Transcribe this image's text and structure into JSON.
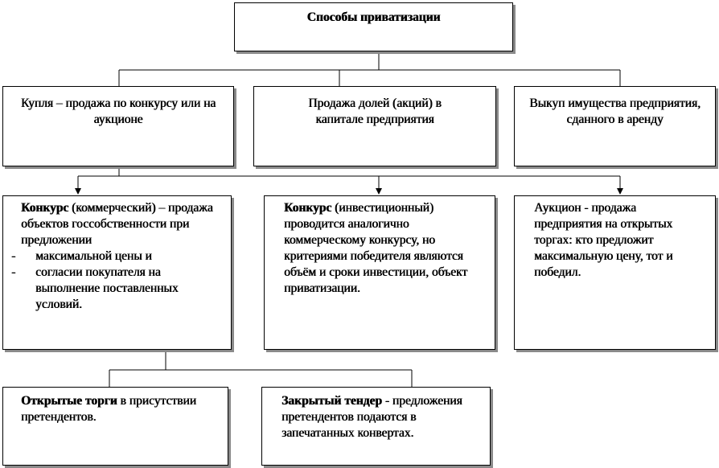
{
  "root": {
    "title": "Способы  приватизации"
  },
  "level1": [
    {
      "text": "Купля – продажа  по  конкурсу или  на  аукционе"
    },
    {
      "text": "Продажа  долей  (акций)  в капитале  предприятия"
    },
    {
      "text": "Выкуп  имущества предприятия,  сданного  в аренду"
    }
  ],
  "level2": {
    "commercial": {
      "title": "Конкурс",
      "rest": " (коммерческий) – продажа объектов госсобственности  при предложении",
      "items": [
        "максимальной  цены  и",
        "согласии  покупателя  на выполнение  поставленных условий."
      ]
    },
    "investment": {
      "title": "Конкурс",
      "rest": " (инвестиционный) проводится  аналогично коммерческому  конкурсу, но критериями  победителя являются  объём  и  сроки инвестиции,  объект приватизации."
    },
    "auction": {
      "text": "Аукцион  - продажа предприятия  на  открытых торгах:  кто  предложит максимальную  цену, тот  и победил."
    }
  },
  "level3": {
    "open": {
      "title": "Открытые  торги",
      "rest": "  в присутствии  претендентов."
    },
    "closed": {
      "title": "Закрытый  тендер",
      "rest": " - предложения  претендентов подаются  в  запечатанных конвертах."
    }
  },
  "list_marker": "-"
}
